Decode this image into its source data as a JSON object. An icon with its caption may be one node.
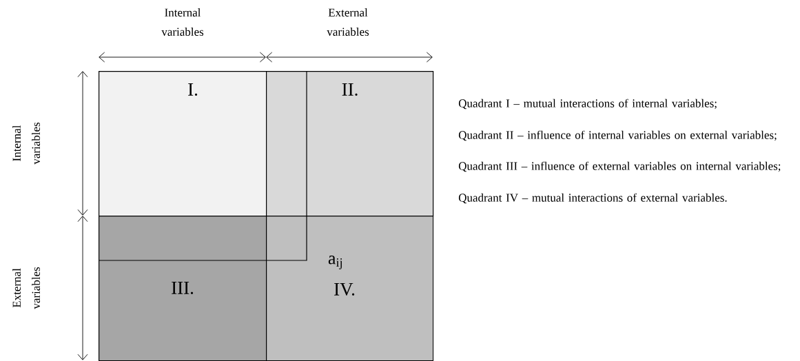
{
  "diagram": {
    "nodes": [
      {
        "text": [
          "I."
        ]
      },
      {
        "text": [
          "II."
        ]
      },
      {
        "text": [
          "III."
        ]
      },
      {
        "text": [
          "IV."
        ]
      }
    ],
    "labels": [
      "Internal variables",
      "External variables",
      "Internal variables",
      "External variables",
      "a$_{ij}$",
      "Quadrant I – mutual interactions of internal variables;",
      "Quadrant II – influence of internal variables on external variables;",
      "Quadrant III – influence of external variables on internal variables;",
      "Quadrant IV – mutual interactions of external variables."
    ]
  }
}
